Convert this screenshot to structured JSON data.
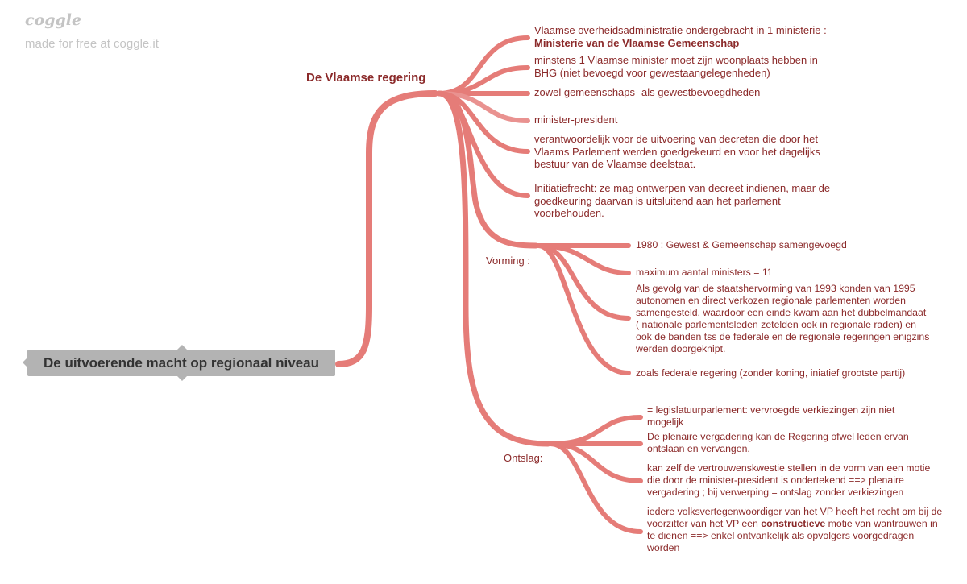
{
  "watermark": {
    "logo": "coggle",
    "tagline": "made for free at coggle.it"
  },
  "root": {
    "label": "De uitvoerende macht op regionaal niveau"
  },
  "branch": {
    "label": "De Vlaamse regering",
    "items": [
      {
        "pre": "Vlaamse overheidsadministratie ondergebracht in 1 ministerie : ",
        "bold": "Ministerie van de Vlaamse Gemeenschap",
        "post": ""
      },
      {
        "pre": "minstens 1 Vlaamse minister moet zijn woonplaats hebben in BHG (niet bevoegd voor gewestaangelegenheden)",
        "bold": "",
        "post": ""
      },
      {
        "pre": "zowel gemeenschaps- als gewestbevoegdheden",
        "bold": "",
        "post": ""
      },
      {
        "pre": "minister-president",
        "bold": "",
        "post": ""
      },
      {
        "pre": "verantwoordelijk voor de uitvoering van decreten die door het Vlaams Parlement werden goedgekeurd en voor het dagelijks bestuur van de Vlaamse deelstaat.",
        "bold": "",
        "post": ""
      },
      {
        "pre": "Initiatiefrecht: ze mag ontwerpen van decreet indienen, maar de goedkeuring daarvan is uitsluitend aan het parlement voorbehouden.",
        "bold": "",
        "post": ""
      }
    ],
    "vorming": {
      "label": "Vorming :",
      "items": [
        {
          "pre": "1980 : Gewest & Gemeenschap samengevoegd"
        },
        {
          "pre": "maximum aantal ministers = 11"
        },
        {
          "pre": "Als gevolg van de staatshervorming van 1993 konden van 1995 autonomen en direct verkozen regionale parlementen worden samengesteld, waardoor een einde kwam aan het dubbelmandaat ( nationale parlementsleden zetelden ook in regionale raden) en ook de banden tss de federale en de regionale regeringen enigzins werden doorgeknipt."
        },
        {
          "pre": "zoals federale regering (zonder koning, iniatief grootste partij)"
        }
      ]
    },
    "ontslag": {
      "label": "Ontslag:",
      "items": [
        {
          "pre": "= legislatuurparlement: vervroegde verkiezingen zijn niet mogelijk",
          "bold": "",
          "post": ""
        },
        {
          "pre": "De plenaire vergadering kan de Regering ofwel leden ervan ontslaan en vervangen.",
          "bold": "",
          "post": ""
        },
        {
          "pre": "kan zelf de vertrouwenskwestie stellen in de vorm van een motie die door de minister-president is ondertekend ==> plenaire vergadering ; bij verwerping = ontslag zonder verkiezingen",
          "bold": "",
          "post": ""
        },
        {
          "pre": "iedere volksvertegenwoordiger van het VP heeft het recht om bij de voorzitter van het VP een ",
          "bold": "constructieve",
          "post": " motie van wantrouwen in te dienen ==> enkel ontvankelijk als opvolgers voorgedragen worden"
        }
      ]
    }
  },
  "colors": {
    "branch": "#e57c78",
    "text": "#8b2a2a",
    "root_bg": "#b3b3b3"
  }
}
